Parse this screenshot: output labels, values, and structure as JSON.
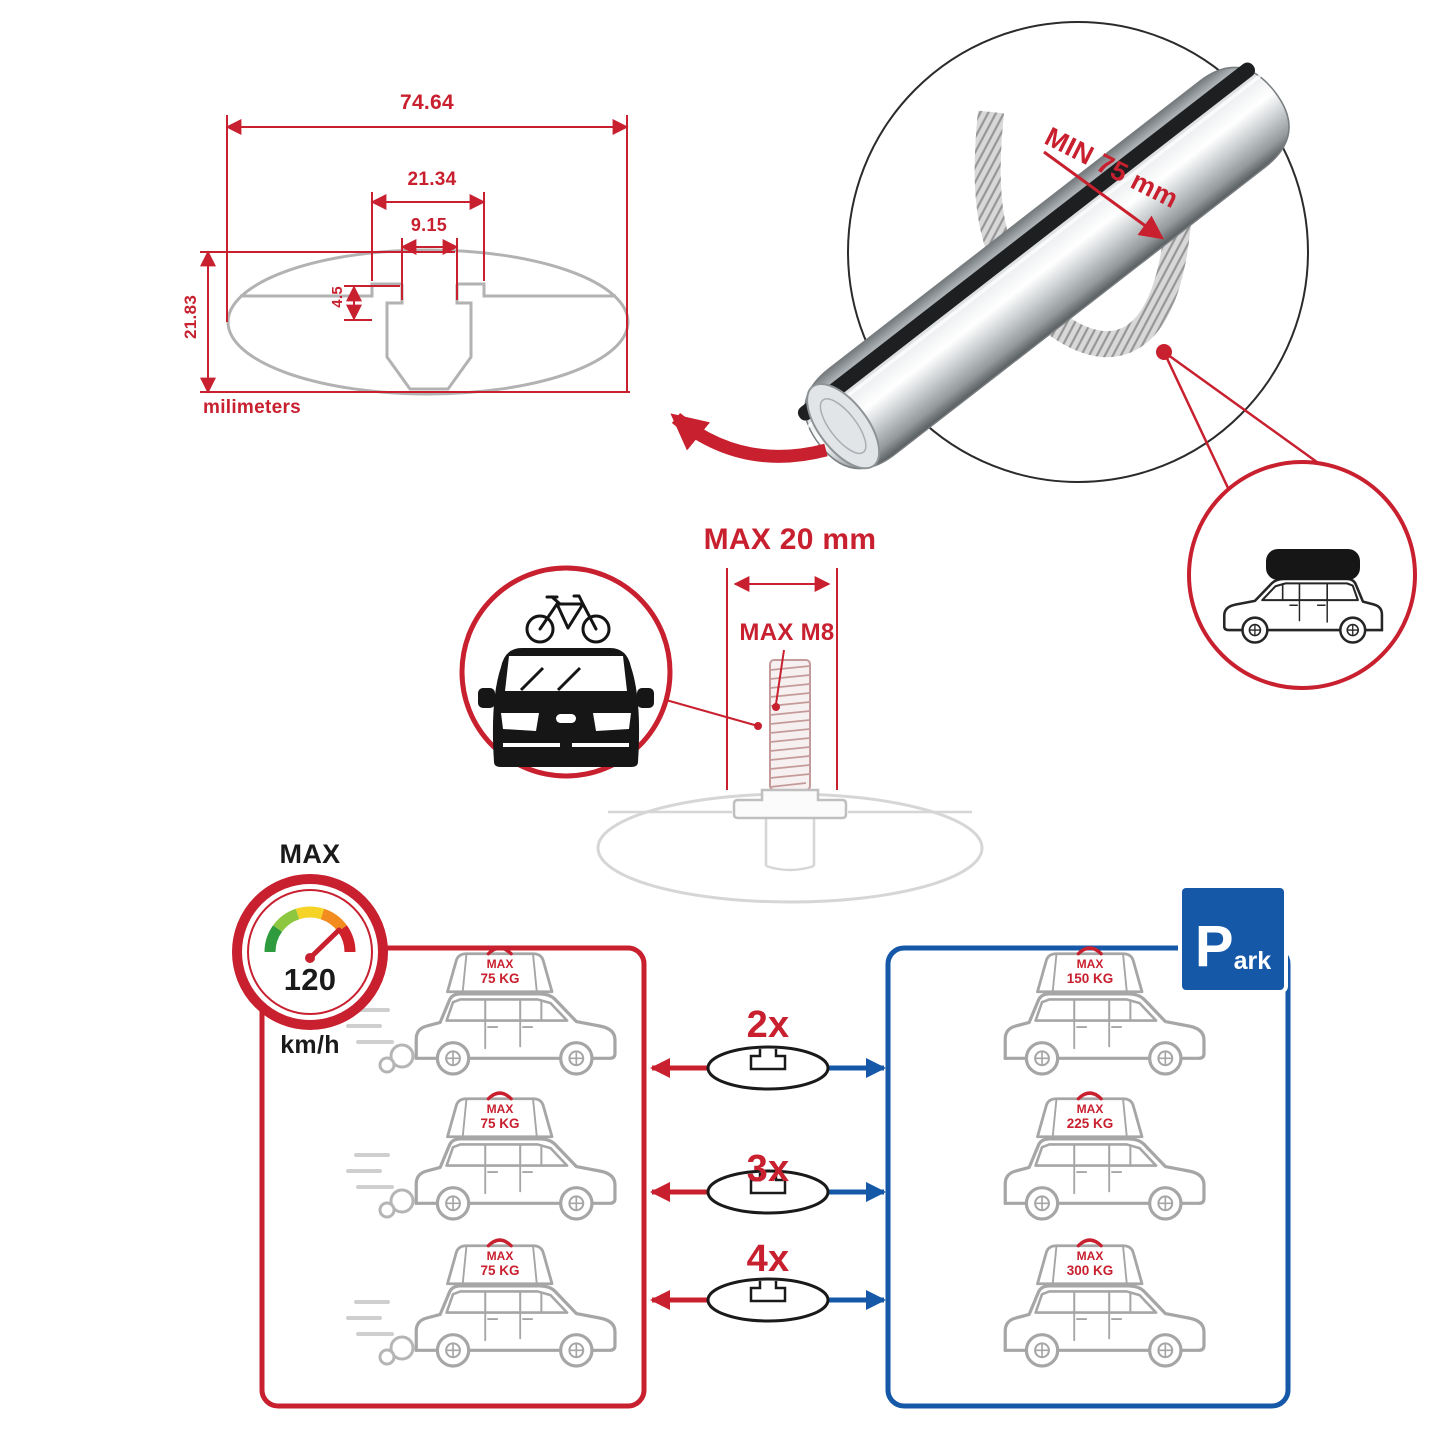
{
  "colors": {
    "red": "#c8202f",
    "blue": "#1558a8",
    "gray": "#b2b2b2",
    "dark": "#1a1a1a"
  },
  "cross_section": {
    "dim_width_outer": "74.64",
    "dim_width_plateau": "21.34",
    "dim_slot": "9.15",
    "dim_step": "4.5",
    "dim_height": "21.83",
    "unit": "milimeters"
  },
  "clamp": {
    "min_label": "MIN 75 mm"
  },
  "bolt": {
    "max_length": "MAX 20 mm",
    "max_thread": "MAX M8"
  },
  "speed": {
    "title": "MAX",
    "value": "120",
    "unit": "km/h"
  },
  "left_panel": {
    "rows": [
      {
        "cargo_label": "MAX",
        "cargo_value": "75 KG"
      },
      {
        "cargo_label": "MAX",
        "cargo_value": "75 KG"
      },
      {
        "cargo_label": "MAX",
        "cargo_value": "75 KG"
      }
    ]
  },
  "right_panel": {
    "rows": [
      {
        "cargo_label": "MAX",
        "cargo_value": "150 KG"
      },
      {
        "cargo_label": "MAX",
        "cargo_value": "225 KG"
      },
      {
        "cargo_label": "MAX",
        "cargo_value": "300 KG"
      }
    ]
  },
  "multipliers": [
    "2x",
    "3x",
    "4x"
  ],
  "park": {
    "initial": "P",
    "rest": "ark"
  }
}
